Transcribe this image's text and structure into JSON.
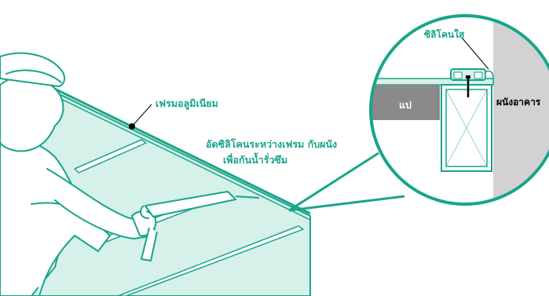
{
  "labels": {
    "aluminium_frame": "เฟรมอลูมิเนียม",
    "silicone_instruction_1": "อัดซิลิโคนระหว่างเฟรม กับผนัง",
    "silicone_instruction_2": "เพื่อกันน้ำรั่วซึม",
    "silicone_applied": "ซิลิโคนใส",
    "purlin": "แป",
    "building_wall": "ผนังอาคาร"
  },
  "colors": {
    "accent": "#17a589",
    "glass": "#d3efe8",
    "purlin": "#8a8a8a",
    "wall": "#d2d2d2"
  },
  "icons": [
    "worker-illustration",
    "caulking-gun",
    "callout-magnifier"
  ]
}
